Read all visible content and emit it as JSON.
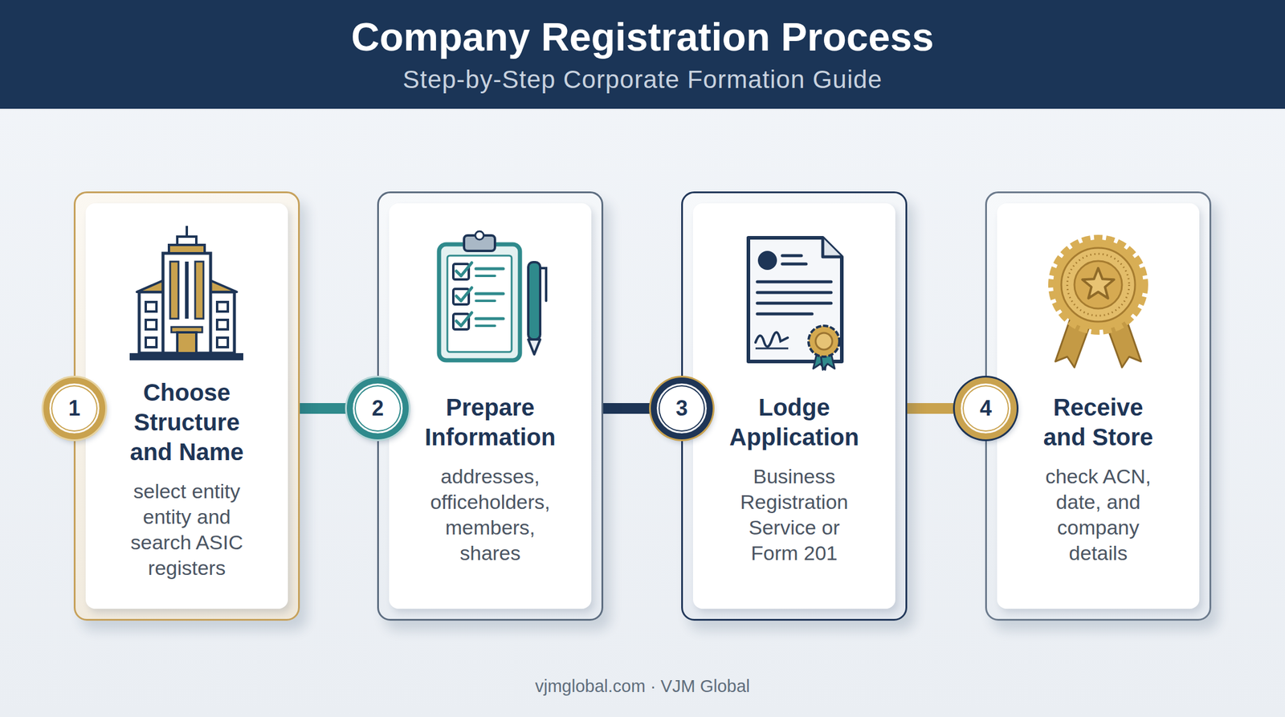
{
  "diagram": {
    "title": "Company Registration Process",
    "nodes": [
      {
        "text": [
          "Choose Structure and Name",
          "select entity entity and search ASIC registers"
        ]
      },
      {
        "text": [
          "1"
        ],
        "in": 0
      },
      {
        "text": [
          "Prepare Information",
          "addresses, officeholders, members, shares"
        ]
      },
      {
        "text": [
          "2"
        ],
        "in": 2
      },
      {
        "text": [
          "Lodge Application",
          "Business Registration Service or Form 201"
        ]
      },
      {
        "text": [
          "3"
        ],
        "in": 4
      },
      {
        "text": [
          "Receive and Store",
          "check ACN, date, and company details"
        ]
      },
      {
        "text": [
          "4"
        ],
        "in": 6
      }
    ],
    "edges": [
      {
        "from": 0,
        "to": 2,
        "arrow": "none"
      },
      {
        "from": 2,
        "to": 4,
        "arrow": "none"
      },
      {
        "from": 4,
        "to": 6,
        "arrow": "none"
      }
    ],
    "labels": [
      "Step-by-Step Corporate Formation Guide",
      "vjmglobal.com · VJM Global"
    ]
  }
}
